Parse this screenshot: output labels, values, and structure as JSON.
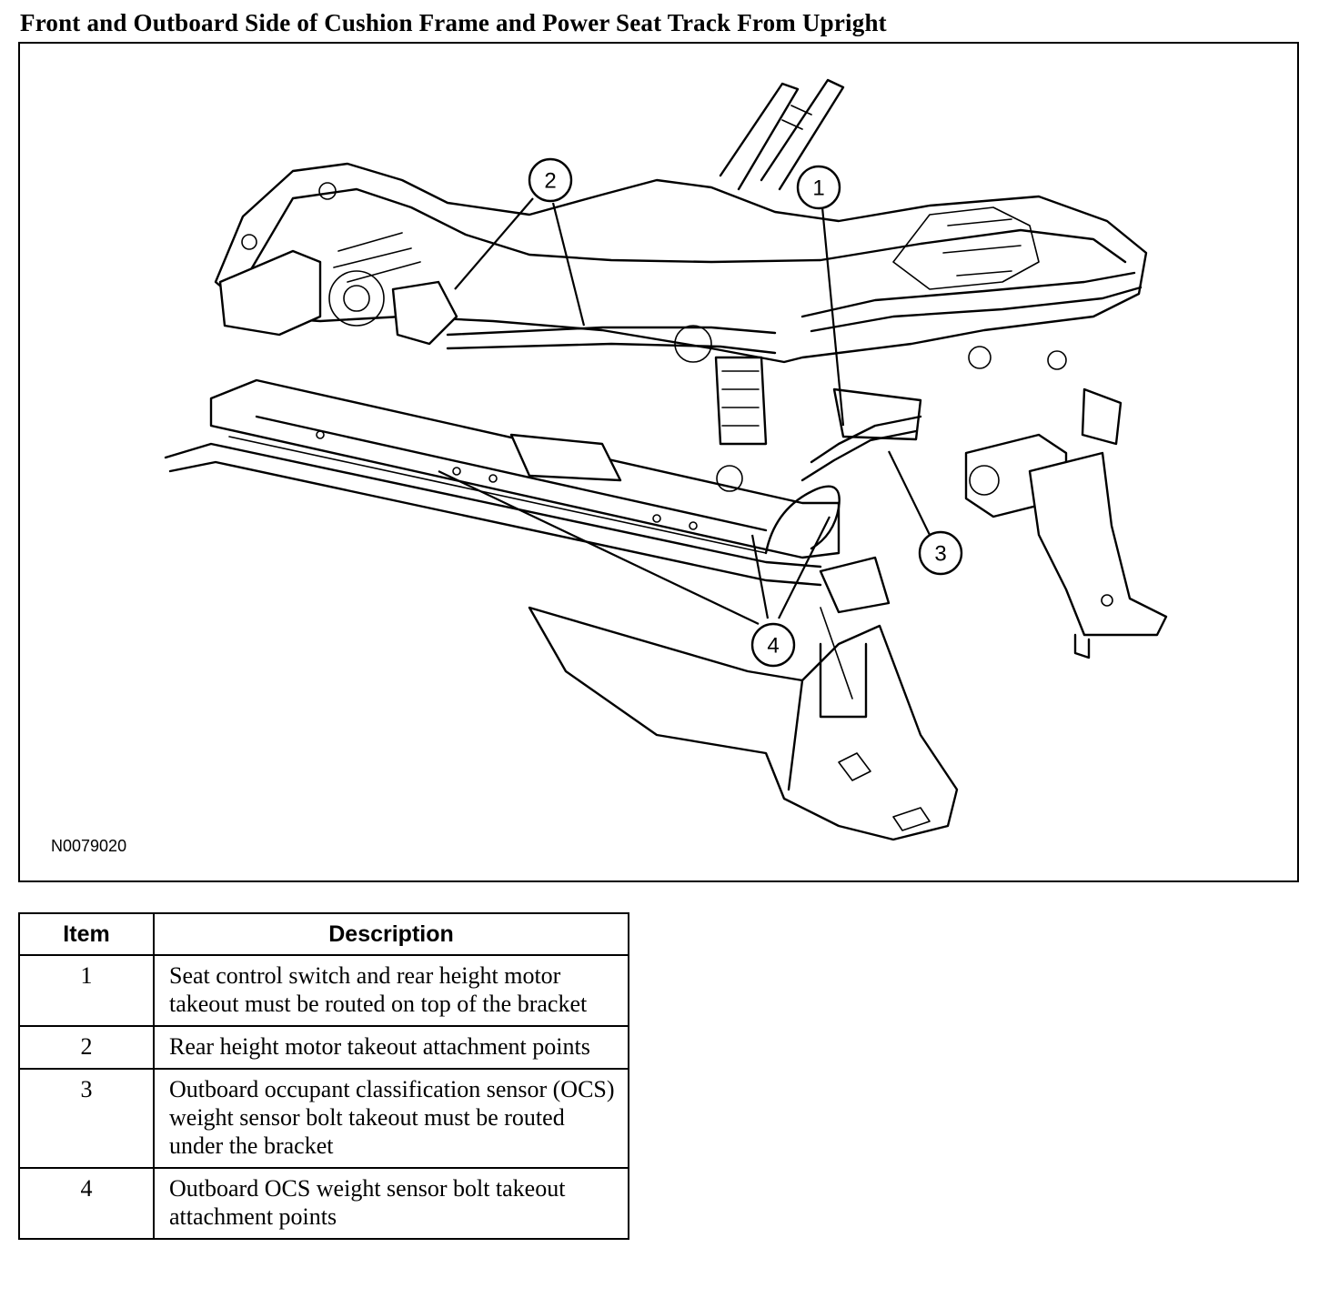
{
  "title": "Front and Outboard Side of Cushion Frame and Power Seat Track From Upright",
  "figure": {
    "id": "N0079020",
    "callouts": [
      "1",
      "2",
      "3",
      "4"
    ]
  },
  "table": {
    "headers": {
      "item": "Item",
      "description": "Description"
    },
    "rows": [
      {
        "item": "1",
        "description": "Seat control switch and rear height motor takeout must be routed on top of the bracket"
      },
      {
        "item": "2",
        "description": "Rear height motor takeout attachment points"
      },
      {
        "item": "3",
        "description": "Outboard occupant classification sensor (OCS) weight sensor bolt takeout must be routed under the bracket"
      },
      {
        "item": "4",
        "description": "Outboard OCS weight sensor bolt takeout attachment points"
      }
    ]
  }
}
